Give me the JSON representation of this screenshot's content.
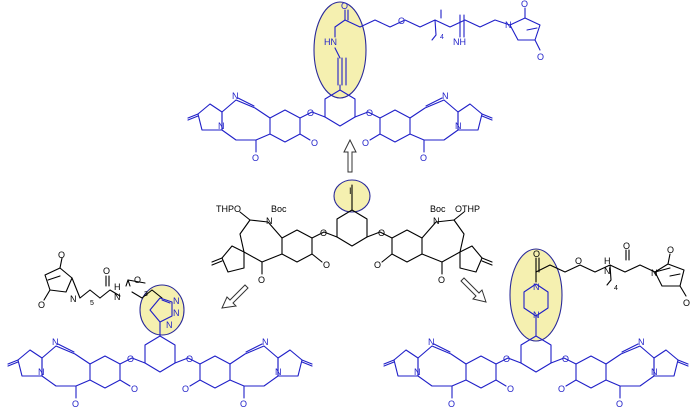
{
  "colors": {
    "precursor": "#000000",
    "product": "#1f1fc8",
    "highlight_fill": "#f5f0b0",
    "highlight_stroke": "#2a2a9a"
  },
  "center": {
    "left_protecting_group": "THPO",
    "left_n_protecting_group": "Boc",
    "right_protecting_group": "OTHP",
    "right_n_protecting_group": "Boc",
    "iodo": "I",
    "n_left": "N",
    "n_right": "N",
    "o_left": "O",
    "o_right": "O",
    "ome_left": "O",
    "ome_right": "O",
    "carbonyl_left": "O",
    "carbonyl_right": "O"
  },
  "top": {
    "amide_nh": "HN",
    "amide_o": "O",
    "peg_o": "O",
    "peg_count": "4",
    "end_nh": "NH",
    "mal_o1": "O",
    "mal_n": "N",
    "mal_o2": "O",
    "imine_left": "N",
    "imine_right": "N",
    "n_left": "N",
    "n_right": "N",
    "ether_left": "O",
    "ether_right": "O",
    "ome_left": "O",
    "ome_right": "O",
    "carbonyl_left": "O",
    "carbonyl_right": "O"
  },
  "bottom_left": {
    "mal_o1": "O",
    "mal_n": "N",
    "mal_o2": "O",
    "chain_count": "5",
    "amide_nh": "H",
    "amide_n": "N",
    "amide_o": "O",
    "peg_o": "O",
    "peg_count": "3",
    "triazole_n1": "N",
    "triazole_n2": "N",
    "triazole_n3": "N",
    "imine_left": "N",
    "imine_right": "N",
    "n_left": "N",
    "n_right": "N",
    "ether_left": "O",
    "ether_right": "O",
    "ome_left": "O",
    "ome_right": "O",
    "carbonyl_left": "O",
    "carbonyl_right": "O"
  },
  "bottom_right": {
    "acyl_o": "O",
    "peg_o": "O",
    "peg_count": "4",
    "end_nh": "H",
    "end_n": "N",
    "end_o": "O",
    "mal_o1": "O",
    "mal_n": "N",
    "mal_o2": "O",
    "pip_n1": "N",
    "pip_n2": "N",
    "imine_left": "N",
    "imine_right": "N",
    "n_left": "N",
    "n_right": "N",
    "ether_left": "O",
    "ether_right": "O",
    "ome_left": "O",
    "ome_right": "O",
    "carbonyl_left": "O",
    "carbonyl_right": "O"
  }
}
